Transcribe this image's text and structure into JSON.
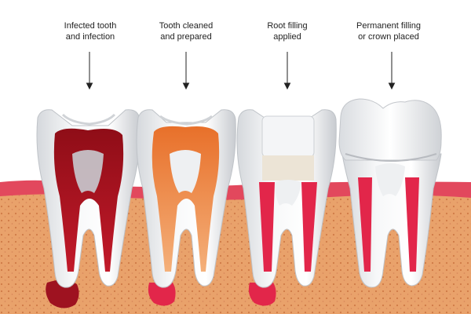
{
  "steps": [
    {
      "line1": "Infected tooth",
      "line2": "and infection"
    },
    {
      "line1": "Tooth cleaned",
      "line2": "and prepared"
    },
    {
      "line1": "Root filling",
      "line2": "applied"
    },
    {
      "line1": "Permanent filling",
      "line2": "or crown placed"
    }
  ],
  "colors": {
    "gum": "#e9a26b",
    "gum_dots": "#d5824f",
    "gum_edge": "#e2485d",
    "pulp_infected": "#a3121d",
    "pulp_cleaned": "#f07a2a",
    "canal_fill": "#e2264a",
    "enamel": "#f3f4f6",
    "enamel_shadow": "#c9ccd1",
    "bone_graft": "#ece4d6"
  }
}
